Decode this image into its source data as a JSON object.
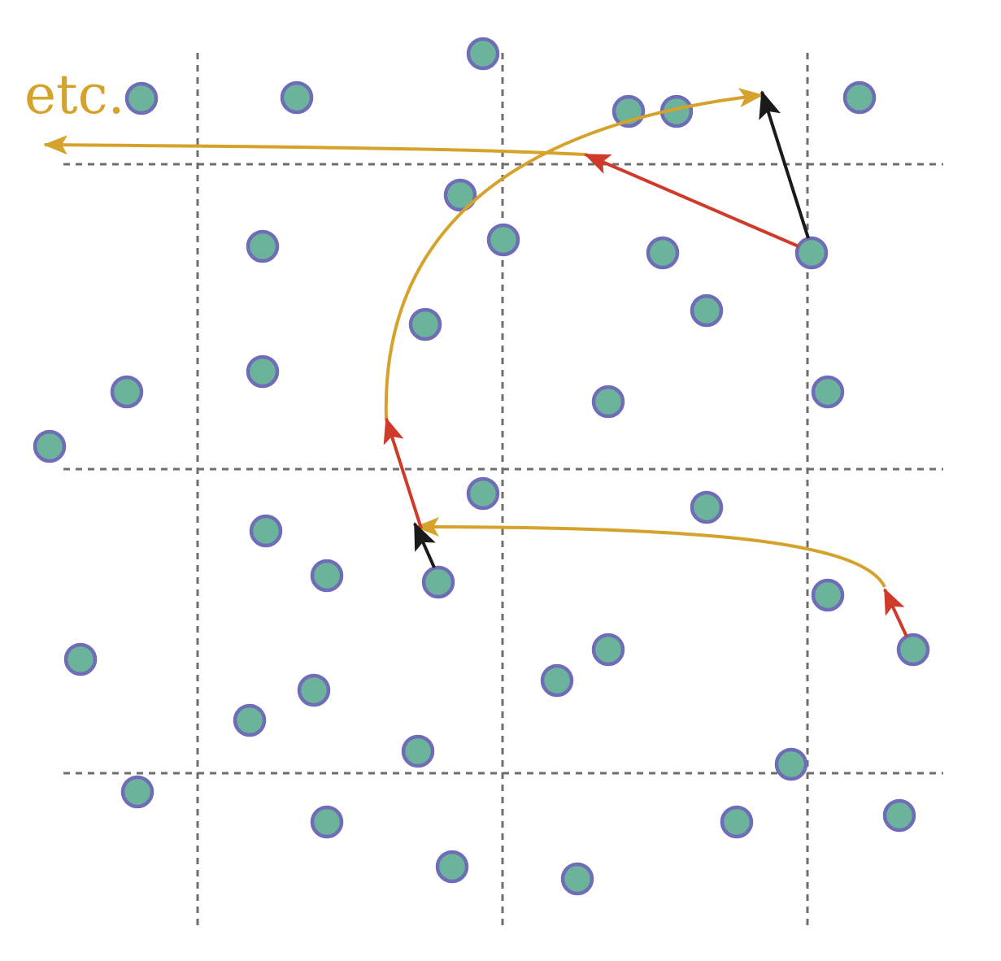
{
  "label": {
    "text": "etc."
  },
  "colors": {
    "grid": "#6e6e6e",
    "node_fill": "#6bb39a",
    "node_stroke": "#6f6db8",
    "path": "#d5a32b",
    "step": "#d03a2a",
    "jump": "#1a1a1a",
    "label": "#d5a32b"
  },
  "icons": {
    "node": "circle",
    "arrowhead": "triangle-arrow"
  }
}
